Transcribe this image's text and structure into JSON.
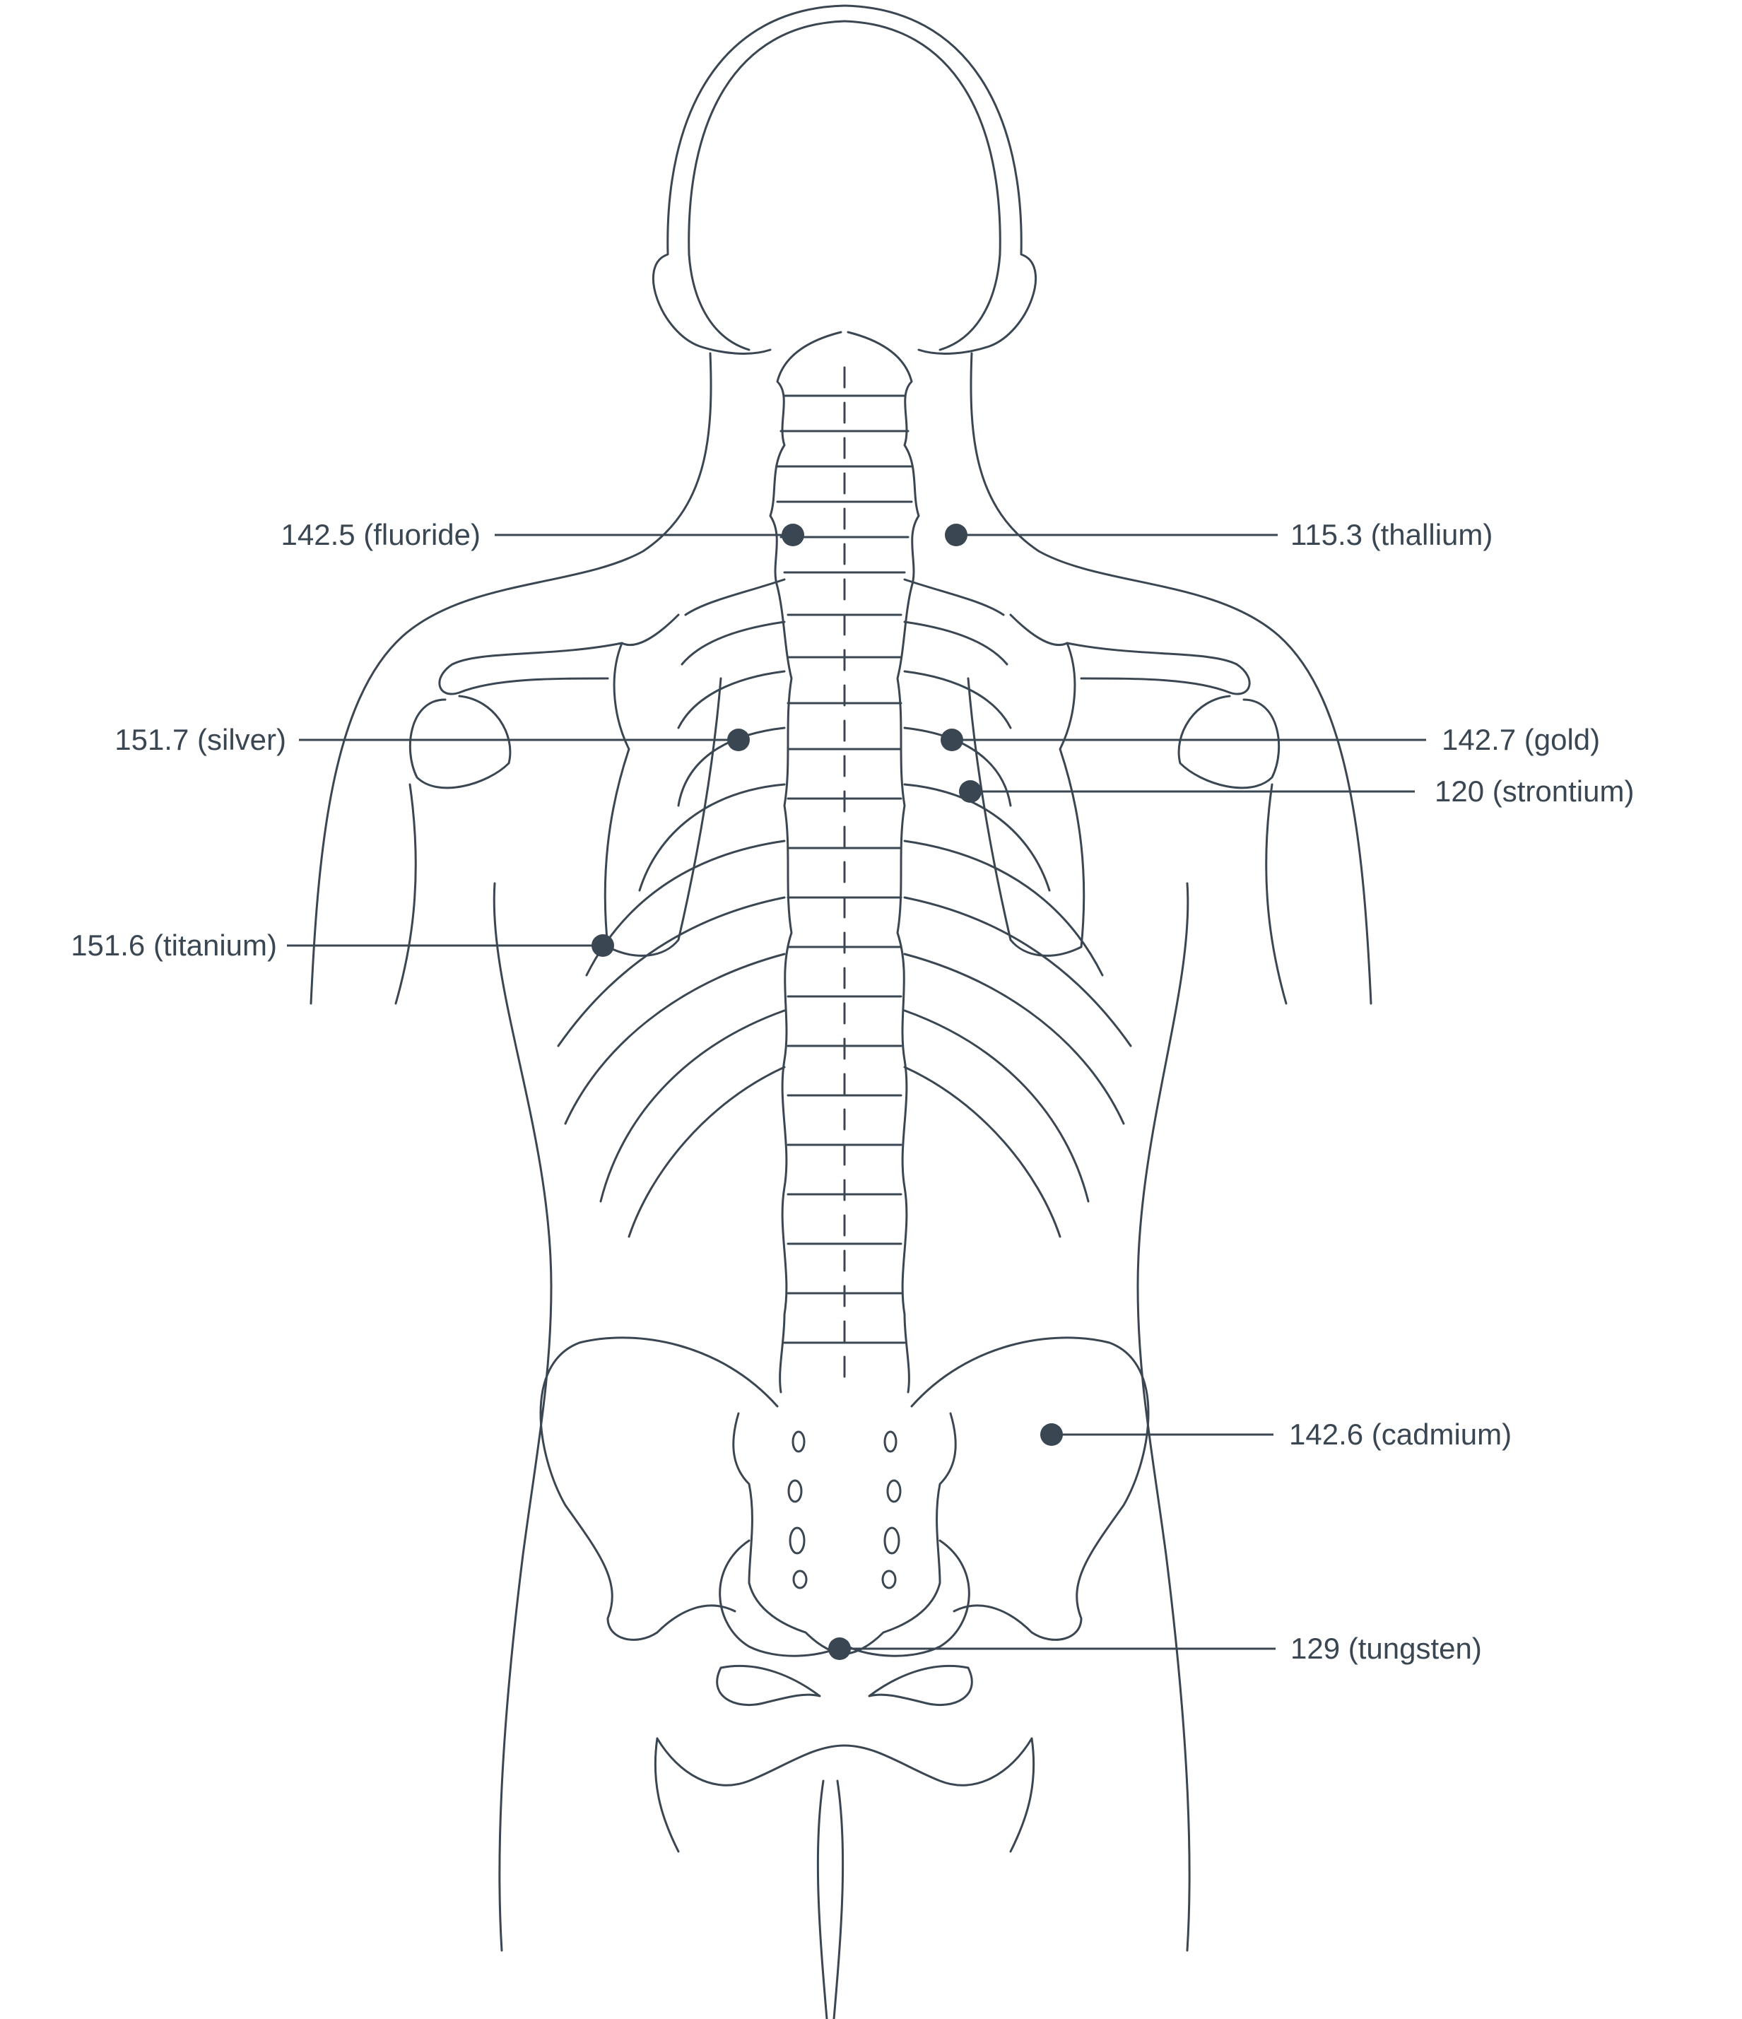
{
  "colors": {
    "line": "#3a4752",
    "background": "#ffffff"
  },
  "annotations": [
    {
      "id": "fluoride",
      "text": "142.5 (fluoride)"
    },
    {
      "id": "thallium",
      "text": "115.3 (thallium)"
    },
    {
      "id": "silver",
      "text": "151.7 (silver)"
    },
    {
      "id": "gold",
      "text": "142.7 (gold)"
    },
    {
      "id": "strontium",
      "text": "120 (strontium)"
    },
    {
      "id": "titanium",
      "text": "151.6 (titanium)"
    },
    {
      "id": "cadmium",
      "text": "142.6 (cadmium)"
    },
    {
      "id": "tungsten",
      "text": "129 (tungsten)"
    }
  ]
}
